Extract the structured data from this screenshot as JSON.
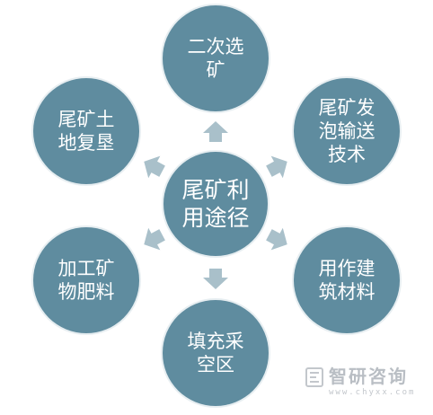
{
  "center": {
    "lines": [
      "尾矿利",
      "用途径"
    ]
  },
  "nodes": {
    "top": [
      "二次选",
      "矿"
    ],
    "top_right": [
      "尾矿发",
      "泡输送",
      "技术"
    ],
    "bottom_right": [
      "用作建",
      "筑材料"
    ],
    "bottom": [
      "填充采",
      "空区"
    ],
    "bottom_left": [
      "加工矿",
      "物肥料"
    ],
    "top_left": [
      "尾矿土",
      "地复垦"
    ]
  },
  "watermark": {
    "name": "智研咨询",
    "url": "www.chyxx.com"
  },
  "colors": {
    "node_fill": "#5f8c9f",
    "arrow_fill": "#a9c0ca",
    "text": "#ffffff"
  }
}
